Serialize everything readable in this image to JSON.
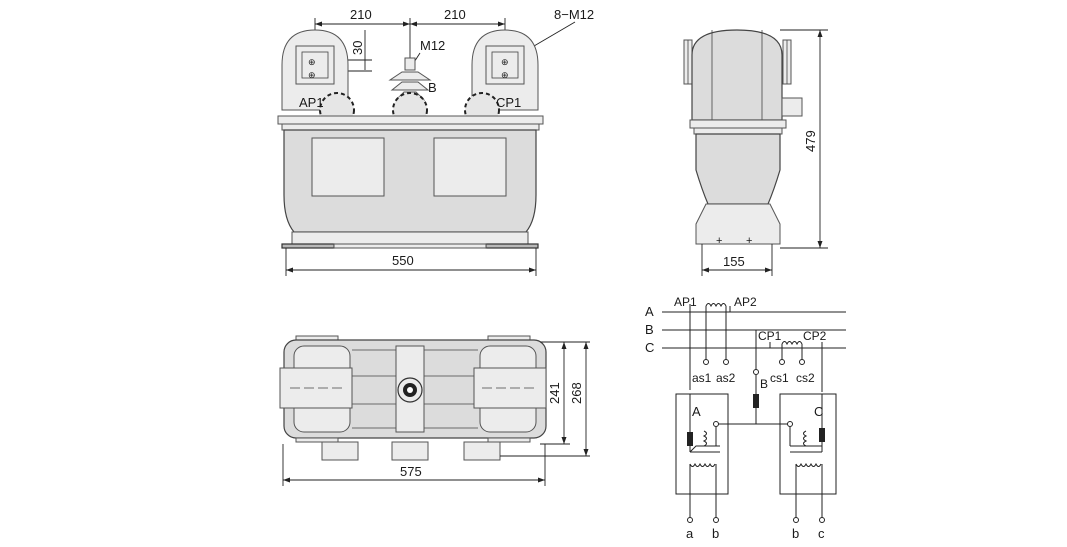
{
  "front_view": {
    "dim_left_top": "210",
    "dim_right_top": "210",
    "dim_thread_count": "8−M12",
    "dim_vertical": "30",
    "terminal_thread": "M12",
    "label_ap1": "AP1",
    "label_b": "B",
    "label_cp1": "CP1",
    "dim_width": "550"
  },
  "side_view": {
    "dim_height": "479",
    "dim_base": "155"
  },
  "top_view": {
    "dim_inner": "241",
    "dim_outer": "268",
    "dim_length": "575"
  },
  "wiring": {
    "bus_a": "A",
    "bus_b": "B",
    "bus_c": "C",
    "ap1": "AP1",
    "ap2": "AP2",
    "cp1": "CP1",
    "cp2": "CP2",
    "as1": "as1",
    "as2": "as2",
    "cs1": "cs1",
    "cs2": "cs2",
    "b_mid": "B",
    "left_box": "A",
    "right_box": "C",
    "out_a": "a",
    "out_b1": "b",
    "out_b2": "b",
    "out_c": "c"
  }
}
